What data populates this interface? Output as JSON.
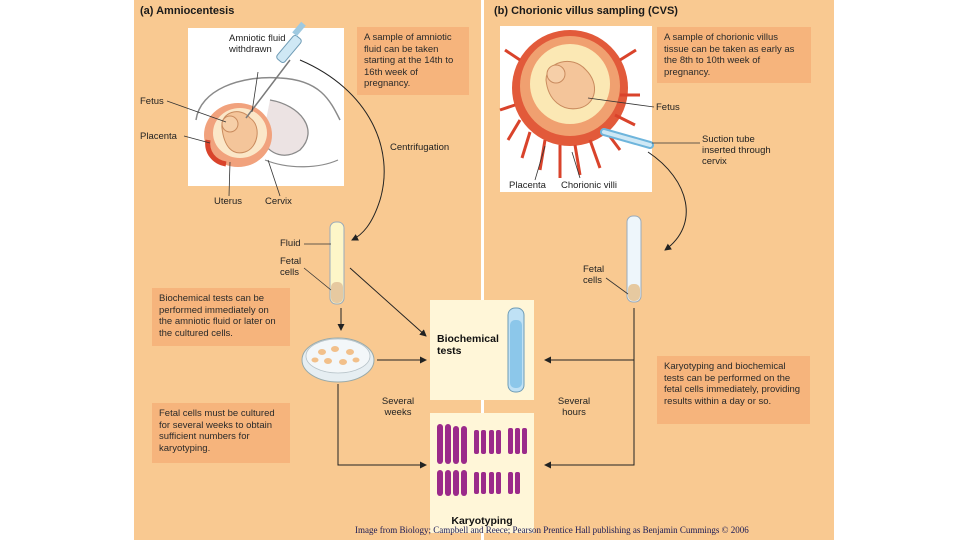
{
  "panel_a": {
    "heading": "(a) Amniocentesis",
    "note_sample": "A sample of amniotic fluid can be taken starting at the 14th to 16th week of pregnancy.",
    "label_withdrawn": "Amniotic fluid withdrawn",
    "label_fetus": "Fetus",
    "label_placenta": "Placenta",
    "label_uterus": "Uterus",
    "label_cervix": "Cervix",
    "label_centrifugation": "Centrifugation",
    "label_fluid": "Fluid",
    "label_fetal_cells": "Fetal cells",
    "note_biochem": "Biochemical tests can be performed immediately on the amniotic fluid or later on the cultured cells.",
    "label_weeks": "Several weeks",
    "note_culture": "Fetal cells must be cultured for several weeks to obtain sufficient numbers for karyotyping."
  },
  "panel_b": {
    "heading": "(b) Chorionic villus sampling (CVS)",
    "note_sample": "A sample of chorionic villus tissue can be taken as early as the 8th to 10th week of pregnancy.",
    "label_fetus": "Fetus",
    "label_suction": "Suction tube inserted through cervix",
    "label_placenta": "Placenta",
    "label_villi": "Chorionic villi",
    "label_fetal_cells": "Fetal cells",
    "label_hours": "Several hours",
    "note_karyo": "Karyotyping and biochemical tests can be performed on the fetal cells immediately, providing results within a day or so."
  },
  "center": {
    "biochem_title": "Biochemical tests",
    "karyo_title": "Karyotyping"
  },
  "caption": "Image from Biology; Campbell and Reece; Pearson Prentice Hall publishing as Benjamin Cummings © 2006",
  "colors": {
    "panel_bg": "#f9c991",
    "note_bg": "#f6b47c",
    "center_bg": "#fff6d8",
    "chromosome": "#9b2a8a",
    "placenta_red": "#d9432b"
  }
}
